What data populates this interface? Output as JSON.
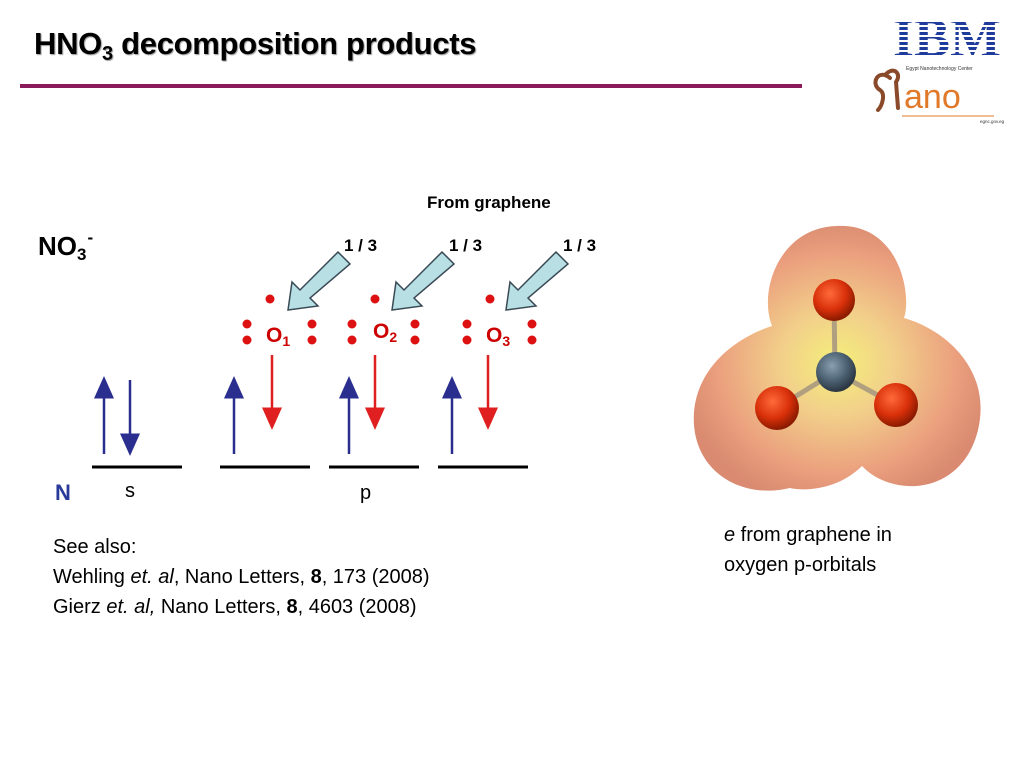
{
  "slide": {
    "title_main": "HNO",
    "title_sub": "3",
    "title_rest": " decomposition products",
    "accent_color": "#8b1a5a"
  },
  "logos": {
    "ibm_text": "IBM",
    "nano_text": "ano",
    "nano_caption": "Egypt Nanotechnology Center",
    "nano_url": "egnc.gov.eg"
  },
  "diagram": {
    "molecule_main": "NO",
    "molecule_sub": "3",
    "molecule_sup": "-",
    "source_label": "From graphene",
    "fractions": [
      "1 / 3",
      "1 / 3",
      "1 / 3"
    ],
    "oxygens": [
      {
        "main": "O",
        "sub": "1"
      },
      {
        "main": "O",
        "sub": "2"
      },
      {
        "main": "O",
        "sub": "3"
      }
    ],
    "nitrogen_label": "N",
    "orbital_s": "s",
    "orbital_p": "p",
    "colors": {
      "spin_up": "#2a2f8f",
      "graphene_spin": "#e02020",
      "graphene_arrow": "#b8e0e4",
      "dot": "#dd1111"
    }
  },
  "references": {
    "heading": "See also:",
    "ref1": {
      "author": "Wehling ",
      "etal": "et. al",
      "journal": ", Nano Letters, ",
      "volume": "8",
      "rest": ", 173 (2008)"
    },
    "ref2": {
      "author": "Gierz ",
      "etal": "et. al,",
      "journal": " Nano Letters, ",
      "volume": "8",
      "rest": ", 4603 (2008)"
    }
  },
  "caption": {
    "e": "e",
    "line1_rest": " from graphene in",
    "line2": "oxygen p-orbitals"
  }
}
